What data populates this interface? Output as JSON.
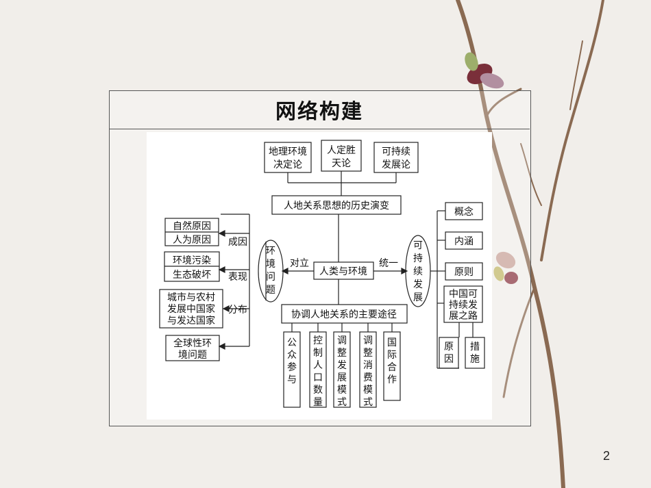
{
  "slide": {
    "title": "网络构建",
    "page_number": "2"
  },
  "diagram": {
    "top_boxes": [
      "地理环境决定论",
      "人定胜天论",
      "可持续发展论"
    ],
    "history": "人地关系思想的历史演变",
    "center": "人类与环境",
    "left_circle": "环境问题",
    "right_circle": "可持续发展",
    "edge_left": "对立",
    "edge_right": "统一",
    "branch_labels": [
      "成因",
      "表现",
      "分布"
    ],
    "cause_items": [
      "自然原因",
      "人为原因"
    ],
    "manifest_items": [
      "环境污染",
      "生态破坏"
    ],
    "distribution_items": [
      "城市与农村",
      "发展中国家",
      "与发达国家"
    ],
    "global_item": "全球性环境问题",
    "right_items": [
      "概念",
      "内涵",
      "原则"
    ],
    "china_path": "中国可持续发展之路",
    "china_sub": [
      "原因",
      "措施"
    ],
    "coordination": "协调人地关系的主要途径",
    "paths": [
      "公众参与",
      "控制人口数量",
      "调整发展模式",
      "调整消费模式",
      "国际合作"
    ]
  }
}
